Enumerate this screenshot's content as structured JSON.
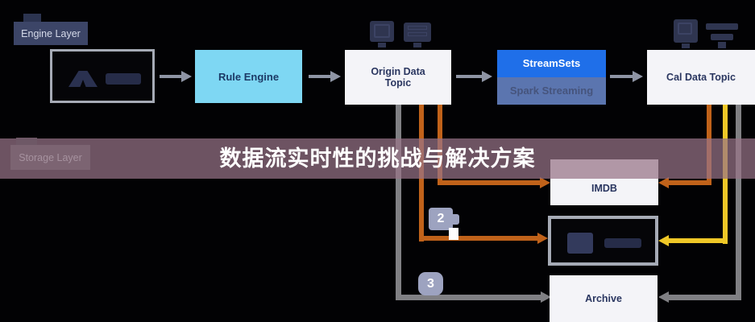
{
  "banner": {
    "title": "数据流实时性的挑战与解决方案",
    "storage_layer_label": "Storage Layer"
  },
  "engine_layer_label": "Engine Layer",
  "nodes": {
    "rule_engine": "Rule Engine",
    "origin_topic": "Origin Data Topic",
    "streamsets": "StreamSets",
    "spark_streaming": "Spark Streaming",
    "cal_topic": "Cal Data Topic",
    "imdb": "IMDB",
    "archive": "Archive"
  },
  "badges": {
    "step_2": "2",
    "step_3": "3"
  },
  "colors": {
    "background": "#020204",
    "orange_line": "#C0621A",
    "yellow_line": "#EFC827",
    "gray_line": "#808084",
    "top_arrow_gray": "#8E94A4",
    "rule_engine_fill": "#7ED7F3",
    "streamsets_fill": "#1F6FE9",
    "spark_streaming_fill": "#5B75AF",
    "topic_fill": "#F4F4F8",
    "banner_fill": "#977387",
    "step_badge_fill": "#9DA3C0",
    "engine_badge_fill": "#3C4567",
    "storage_badge_fill": "#7C6472",
    "node_text": "#2A3660"
  }
}
